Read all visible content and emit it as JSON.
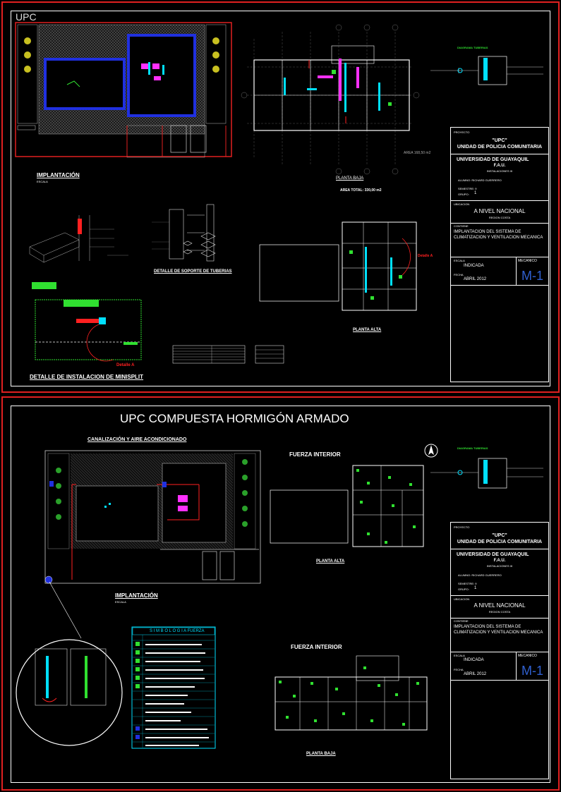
{
  "sheet1": {
    "corner_tag": "UPC",
    "implantacion": {
      "title": "IMPLANTACIÓN",
      "scale": "ESCALA"
    },
    "planta_baja": {
      "title": "PLANTA BAJA",
      "area": "AREA 168,50 m2",
      "area_total": "AREA TOTAL: 330,00 m2"
    },
    "detalle_minisplit": "DETALLE DE INSTALACION DE MINISPLIT",
    "detalle_soporte": "DETALLE DE SOPORTE DE TUBERIAS",
    "planta_alta": "PLANTA ALTA",
    "detalle_a": "Detalle A",
    "diagrama": "DIAGRAMA TUBERIAS"
  },
  "sheet2": {
    "title": "UPC COMPUESTA HORMIGÓN ARMADO",
    "canalizacion": "CANALIZACIÓN Y AIRE ACONDICIONADO",
    "fuerza_interior_1": "FUERZA INTERIOR",
    "fuerza_interior_2": "FUERZA INTERIOR",
    "planta_alta": "PLANTA ALTA",
    "planta_baja": "PLANTA BAJA",
    "implantacion": {
      "title": "IMPLANTACIÓN",
      "scale": "ESCALA"
    },
    "simbologia": "S I M B O L O G I A   FUERZA",
    "diagrama": "DIAGRAMA TUBERIAS"
  },
  "title_block": {
    "proyecto_label": "PROYECTO",
    "project_name": "\"UPC\"",
    "project_sub": "UNIDAD DE POLICIA COMUNITARIA",
    "university": "UNIVERSIDAD DE GUAYAQUIL",
    "faculty": "F.A.U.",
    "course": "INSTALACIONES III",
    "alumno": "ALUMNO: RICHARD GUERRERO",
    "semestre": "SEMESTRE: 9",
    "grupo_label": "GRUPO:",
    "grupo_value": "1",
    "ubicacion_label": "UBICACION",
    "ubicacion": "A NIVEL NACIONAL",
    "region": "REGION COSTA",
    "contiene_label": "CONTIENE",
    "contiene": "IMPLANTACION DEL SISTEMA DE CLIMATIZACION Y VENTILACION MECANICA",
    "escala_label": "ESCALA",
    "escala": "INDICADA",
    "fecha_label": "FECHA",
    "fecha": "ABRIL 2012",
    "lamina_label": "MECANICO",
    "lamina": "M-1"
  },
  "colors": {
    "sheet_border": "#e02020",
    "cyan": "#00e0ff",
    "green": "#30e030",
    "magenta": "#ff30ff",
    "blue": "#2030e0",
    "red": "#ff2020",
    "yellow": "#e0e020",
    "grey": "#808080"
  }
}
